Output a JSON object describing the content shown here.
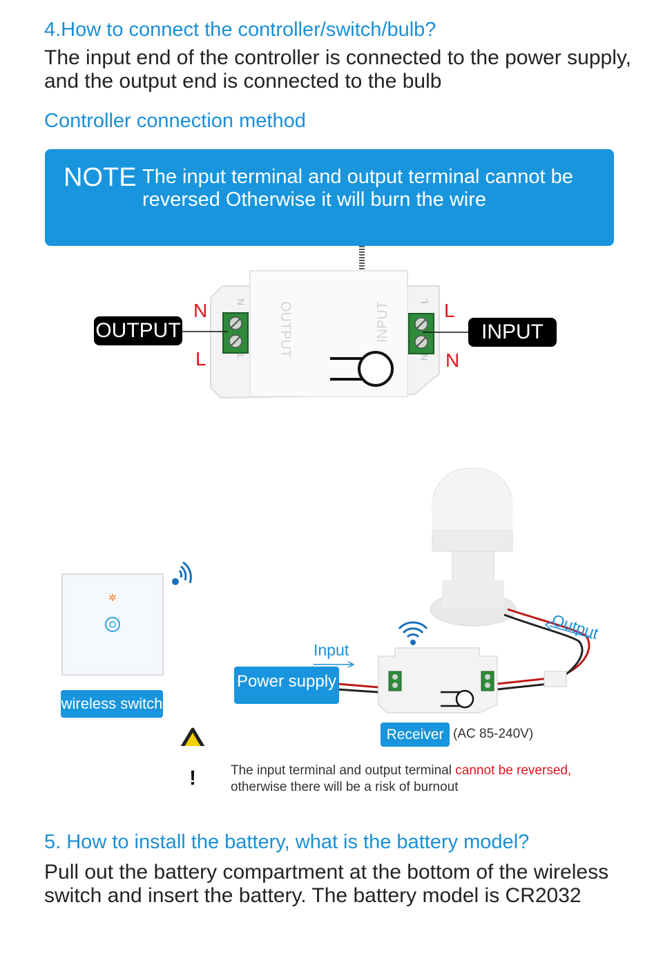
{
  "section4": {
    "title": "4.How to connect the controller/switch/bulb?",
    "body": "The input end of the controller is connected to the power supply, and the output end is connected to the bulb",
    "subtitle": "Controller connection method"
  },
  "note": {
    "label": "NOTE",
    "text": "The input terminal and output terminal cannot be reversed Otherwise it will burn the wire"
  },
  "controller_diagram": {
    "output_label": "OUTPUT",
    "input_label": "INPUT",
    "output_pin_top": "N",
    "output_pin_bottom": "L",
    "input_pin_top": "L",
    "input_pin_bottom": "N",
    "emboss_output": "OUTPUT",
    "emboss_input": "INPUT",
    "terminal_left_top": "N",
    "terminal_left_bottom": "L",
    "terminal_right_top": "L",
    "terminal_right_bottom": "N"
  },
  "wiring_diagram": {
    "wireless_switch_label": "wireless switch",
    "power_supply_label": "Power supply",
    "input_arrow_label": "Input",
    "output_arrow_label": "Output",
    "receiver_label": "Receiver",
    "receiver_voltage": "(AC 85-240V)",
    "warning_text_normal": "The input terminal and output terminal ",
    "warning_text_red": "cannot be reversed,",
    "warning_text_line2": "otherwise there will be a risk of burnout",
    "warning_symbol": "!"
  },
  "section5": {
    "title": "5. How to install the battery, what is the battery model?",
    "body": "Pull out the battery compartment at the bottom of the wireless switch and insert the battery. The battery model is CR2032"
  },
  "colors": {
    "accent_blue": "#1895dd",
    "heading_blue": "#1a8fd6",
    "warning_red": "#e0141e",
    "terminal_green": "#3a9a4a",
    "warning_yellow": "#f5d000"
  }
}
